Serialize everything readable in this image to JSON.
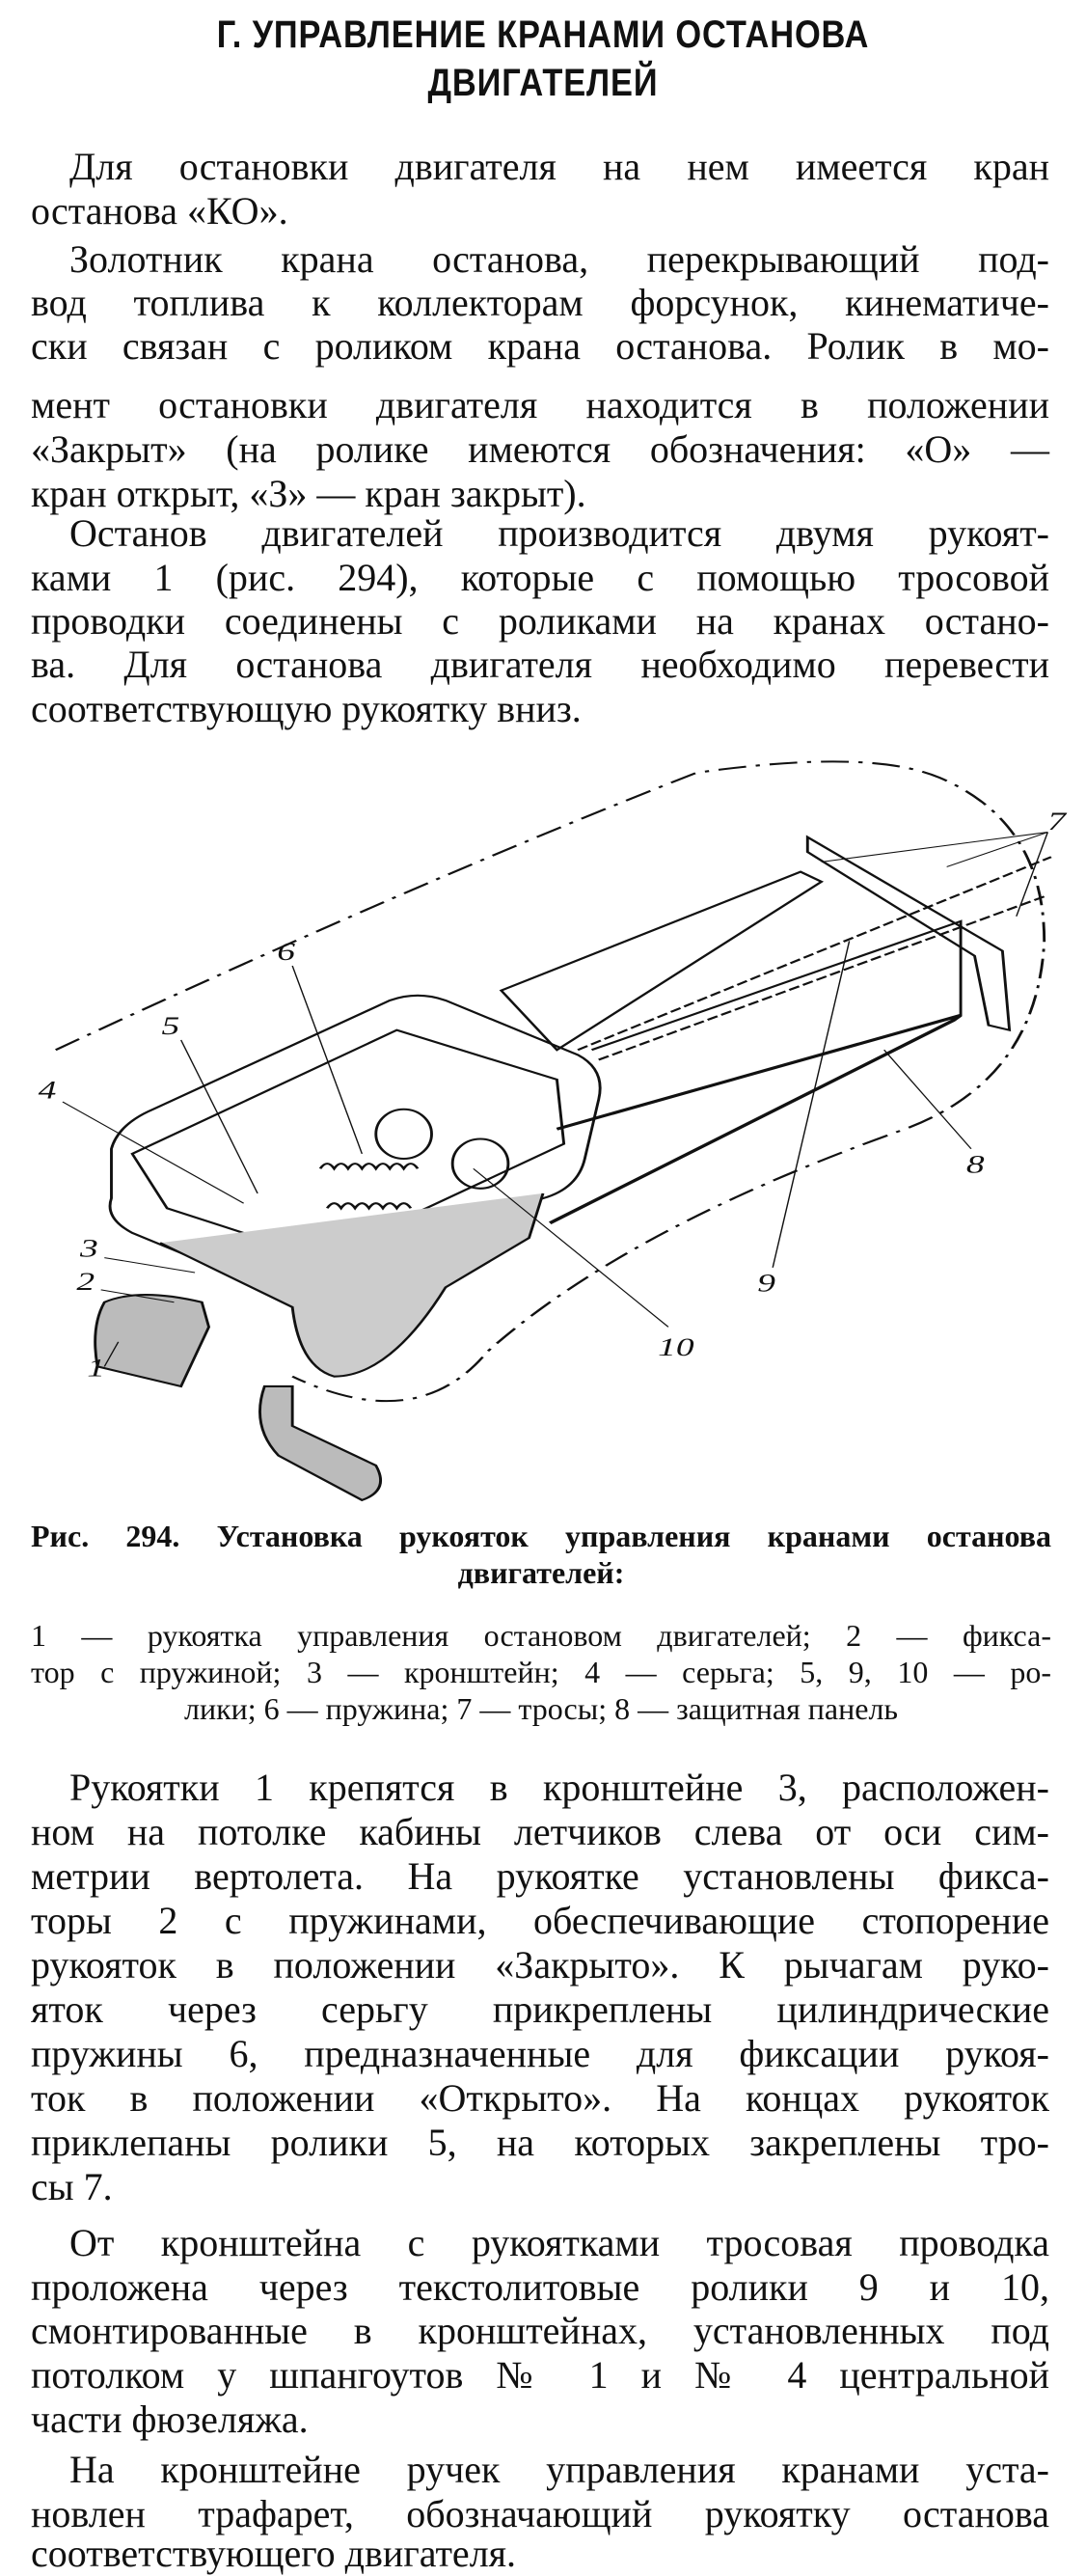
{
  "title": [
    "Г. УПРАВЛЕНИЕ КРАНАМИ ОСТАНОВА",
    "ДВИГАТЕЛЕЙ"
  ],
  "paragraphs": [
    [
      "Для остановки двигателя  на  нем имеется кран",
      "останова «КО»."
    ],
    [
      "Золотник крана останова,  перекрывающий под-",
      "вод топлива к коллекторам форсунок, кинематиче-",
      "ски связан с роликом крана останова. Ролик в мо-",
      "мент остановки двигателя находится в положении",
      "«Закрыт» (на ролике имеются обозначения: «О» —",
      "кран открыт, «З» — кран закрыт)."
    ],
    [
      "Останов двигателей производится двумя рукоят-",
      "ками 1 (рис. 294), которые  с  помощью  тросовой",
      "проводки соединены с роликами на кранах остано-",
      "ва. Для останова двигателя необходимо перевести",
      "соответствующую рукоятку вниз."
    ],
    [
      "Рукоятки 1 крепятся в кронштейне 3, расположен-",
      "ном на потолке кабины летчиков слева от оси сим-",
      "метрии вертолета. На рукоятке установлены фикса-",
      "торы 2  с  пружинами, обеспечивающие стопорение",
      "рукояток в положении «Закрыто». К рычагам руко-",
      "яток  через  серьгу  прикреплены  цилиндрические",
      "пружины 6, предназначенные для фиксации рукоя-",
      "ток в положении «Открыто».  На концах рукояток",
      "приклепаны ролики 5, на которых закреплены тро-",
      "сы 7."
    ],
    [
      "От кронштейна с рукоятками тросовая проводка",
      "проложена через текстолитовые  ролики 9  и  10,",
      "смонтированные в кронштейнах, установленных под",
      "потолком у шпангоутов № 1  и  № 4 центральной",
      "части фюзеляжа."
    ],
    [
      "На кронштейне ручек управления кранами уста-",
      "новлен трафарет, обозначающий рукоятку останова",
      "соответствующего двигателя."
    ]
  ],
  "figure": {
    "labels": [
      "1",
      "2",
      "3",
      "4",
      "5",
      "6",
      "7",
      "8",
      "9",
      "10"
    ],
    "caption_title": [
      "Рис. 294.  Установка рукояток управления кранами останова",
      "двигателей:"
    ],
    "legend": [
      "1 — рукоятка управления  остановом двигателей; 2 — фикса-",
      "тор с пружиной; 3 — кронштейн; 4 — серьга; 5, 9, 10 — ро-",
      "лики; 6 — пружина; 7 — тросы; 8 — защитная панель"
    ]
  }
}
